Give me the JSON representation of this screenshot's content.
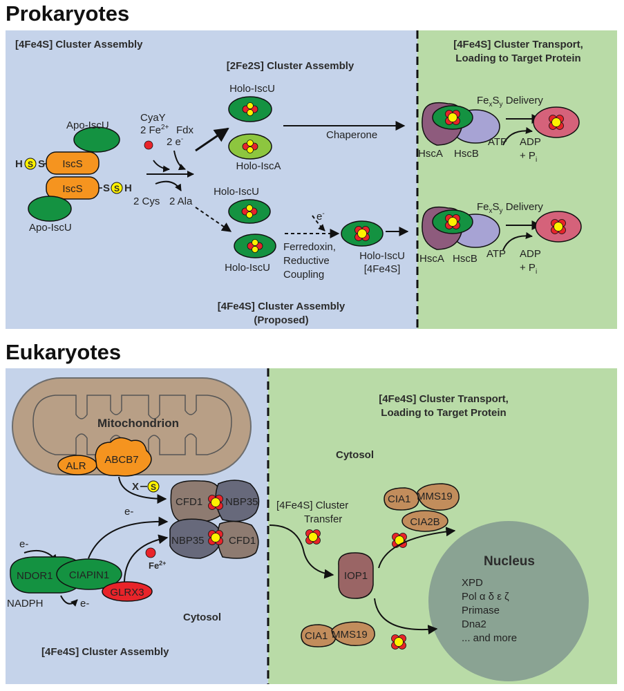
{
  "colors": {
    "assembly_panel": "#c5d3ea",
    "transport_panel": "#b9dba7",
    "iscs_orange": "#f5941f",
    "iscu_green": "#149241",
    "isca_light_green": "#8dc63f",
    "target_protein": "#d5627a",
    "hsca": "#8e5b7d",
    "hscb": "#a7a3d4",
    "cluster_red": "#e8242a",
    "cluster_yellow": "#fff200",
    "mito_brown": "#b89f86",
    "cia_tan": "#c28d5c",
    "nbp35": "#67697b",
    "cfd1": "#8e7b71",
    "iop1": "#9a6565",
    "glrx3": "#e8242a",
    "nucleus": "#8aa393"
  },
  "prokaryotes": {
    "heading": "Prokaryotes",
    "assembly_title": "[4Fe4S] Cluster Assembly",
    "fe2s_title": "[2Fe2S] Cluster Assembly",
    "transport_title_1": "[4Fe4S] Cluster Transport,",
    "transport_title_2": "Loading to Target Protein",
    "apo_iscu_top": "Apo-IscU",
    "apo_iscu_bottom": "Apo-IscU",
    "iscs_top": "IscS",
    "iscs_bottom": "IscS",
    "h_left": "H",
    "s_label": "S",
    "dash_s_left": "S",
    "dash_s_right": "S",
    "h_right": "H",
    "cyay": "CyaY",
    "fe_reagent": "2 Fe",
    "fe_superscript": "2+",
    "fdx": "Fdx",
    "electrons_2": "2 e",
    "electron_minus": "-",
    "cys": "2 Cys",
    "ala": "2 Ala",
    "holo_iscu_1": "Holo-IscU",
    "holo_isca": "Holo-IscA",
    "holo_iscu_2": "Holo-IscU",
    "holo_iscu_3": "Holo-IscU",
    "chaperone": "Chaperone",
    "e_minus": "e",
    "ferredoxin_1": "Ferredoxin,",
    "ferredoxin_2": "Reductive",
    "ferredoxin_3": "Coupling",
    "holo_iscu_4fe4s_1": "Holo-IscU",
    "holo_iscu_4fe4s_2": "[4Fe4S]",
    "proposed_1": "[4Fe4S] Cluster Assembly",
    "proposed_2": "(Proposed)",
    "delivery_fe": "Fe",
    "delivery_x": "x",
    "delivery_s": "S",
    "delivery_y": "y",
    "delivery_word": "Delivery",
    "hsca": "HscA",
    "hscb": "HscB",
    "atp": "ATP",
    "adp": "ADP",
    "pi_plus": "+ P",
    "pi_sub": "i"
  },
  "eukaryotes": {
    "heading": "Eukaryotes",
    "transport_title_1": "[4Fe4S] Cluster Transport,",
    "transport_title_2": "Loading to Target Protein",
    "mitochondrion": "Mitochondrion",
    "alr": "ALR",
    "abcb7": "ABCB7",
    "x_s_x": "X",
    "x_s_s": "S",
    "cytosol_right": "Cytosol",
    "cfd1_top": "CFD1",
    "nbp35_top": "NBP35",
    "nbp35_bottom": "NBP35",
    "cfd1_bottom": "CFD1",
    "e_top": "e-",
    "e_mid": "e-",
    "e_bottom": "e-",
    "ndor1": "NDOR1",
    "ciapin1": "CIAPIN1",
    "nadph": "NADPH",
    "fe": "Fe",
    "fe_superscript": "2+",
    "glrx3": "GLRX3",
    "cluster_transfer_1": "[4Fe4S] Cluster",
    "cluster_transfer_2": "Transfer",
    "cia1_top": "CIA1",
    "mms19_top": "MMS19",
    "cia2b": "CIA2B",
    "iop1": "IOP1",
    "cia1_bottom": "CIA1",
    "mms19_bottom": "MMS19",
    "cytosol_left": "Cytosol",
    "assembly_title": "[4Fe4S] Cluster Assembly",
    "nucleus": "Nucleus",
    "nucleus_targets": [
      "XPD",
      "Pol α δ ε ζ",
      "Primase",
      "Dna2",
      "... and more"
    ]
  }
}
